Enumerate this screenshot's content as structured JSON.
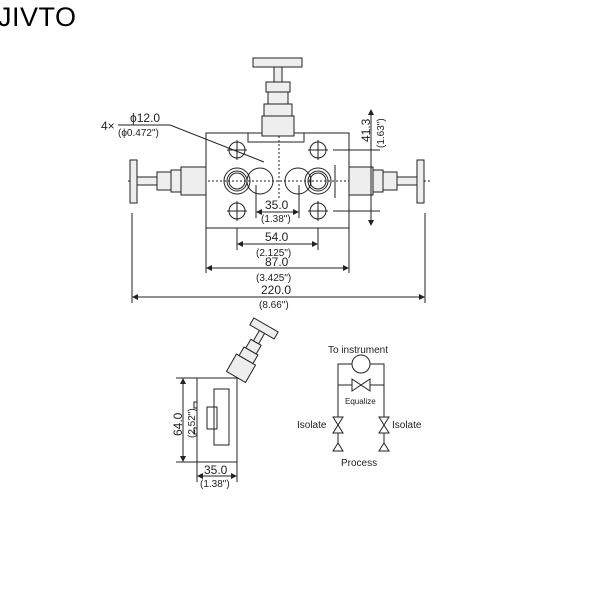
{
  "brand": "JIVTO",
  "front_view": {
    "hole_label_prefix": "4×",
    "hole_dia": "ϕ12.0",
    "hole_dia_in": "(ϕ0.472\")",
    "height_dim": "41.3",
    "height_dim_in": "(1.63\")",
    "port_spacing": "35.0",
    "port_spacing_in": "(1.38\")",
    "hole_spacing": "54.0",
    "hole_spacing_in": "(2.125\")",
    "body_width": "87.0",
    "body_width_in": "(3.425\")",
    "overall_width": "220.0",
    "overall_width_in": "(8.66\")"
  },
  "side_view": {
    "height": "64.0",
    "height_in": "(2.52\")",
    "depth": "35.0",
    "depth_in": "(1.38\")"
  },
  "schematic": {
    "top": "To instrument",
    "equalize": "Equalize",
    "isolate_left": "Isolate",
    "isolate_right": "Isolate",
    "bottom": "Process"
  }
}
